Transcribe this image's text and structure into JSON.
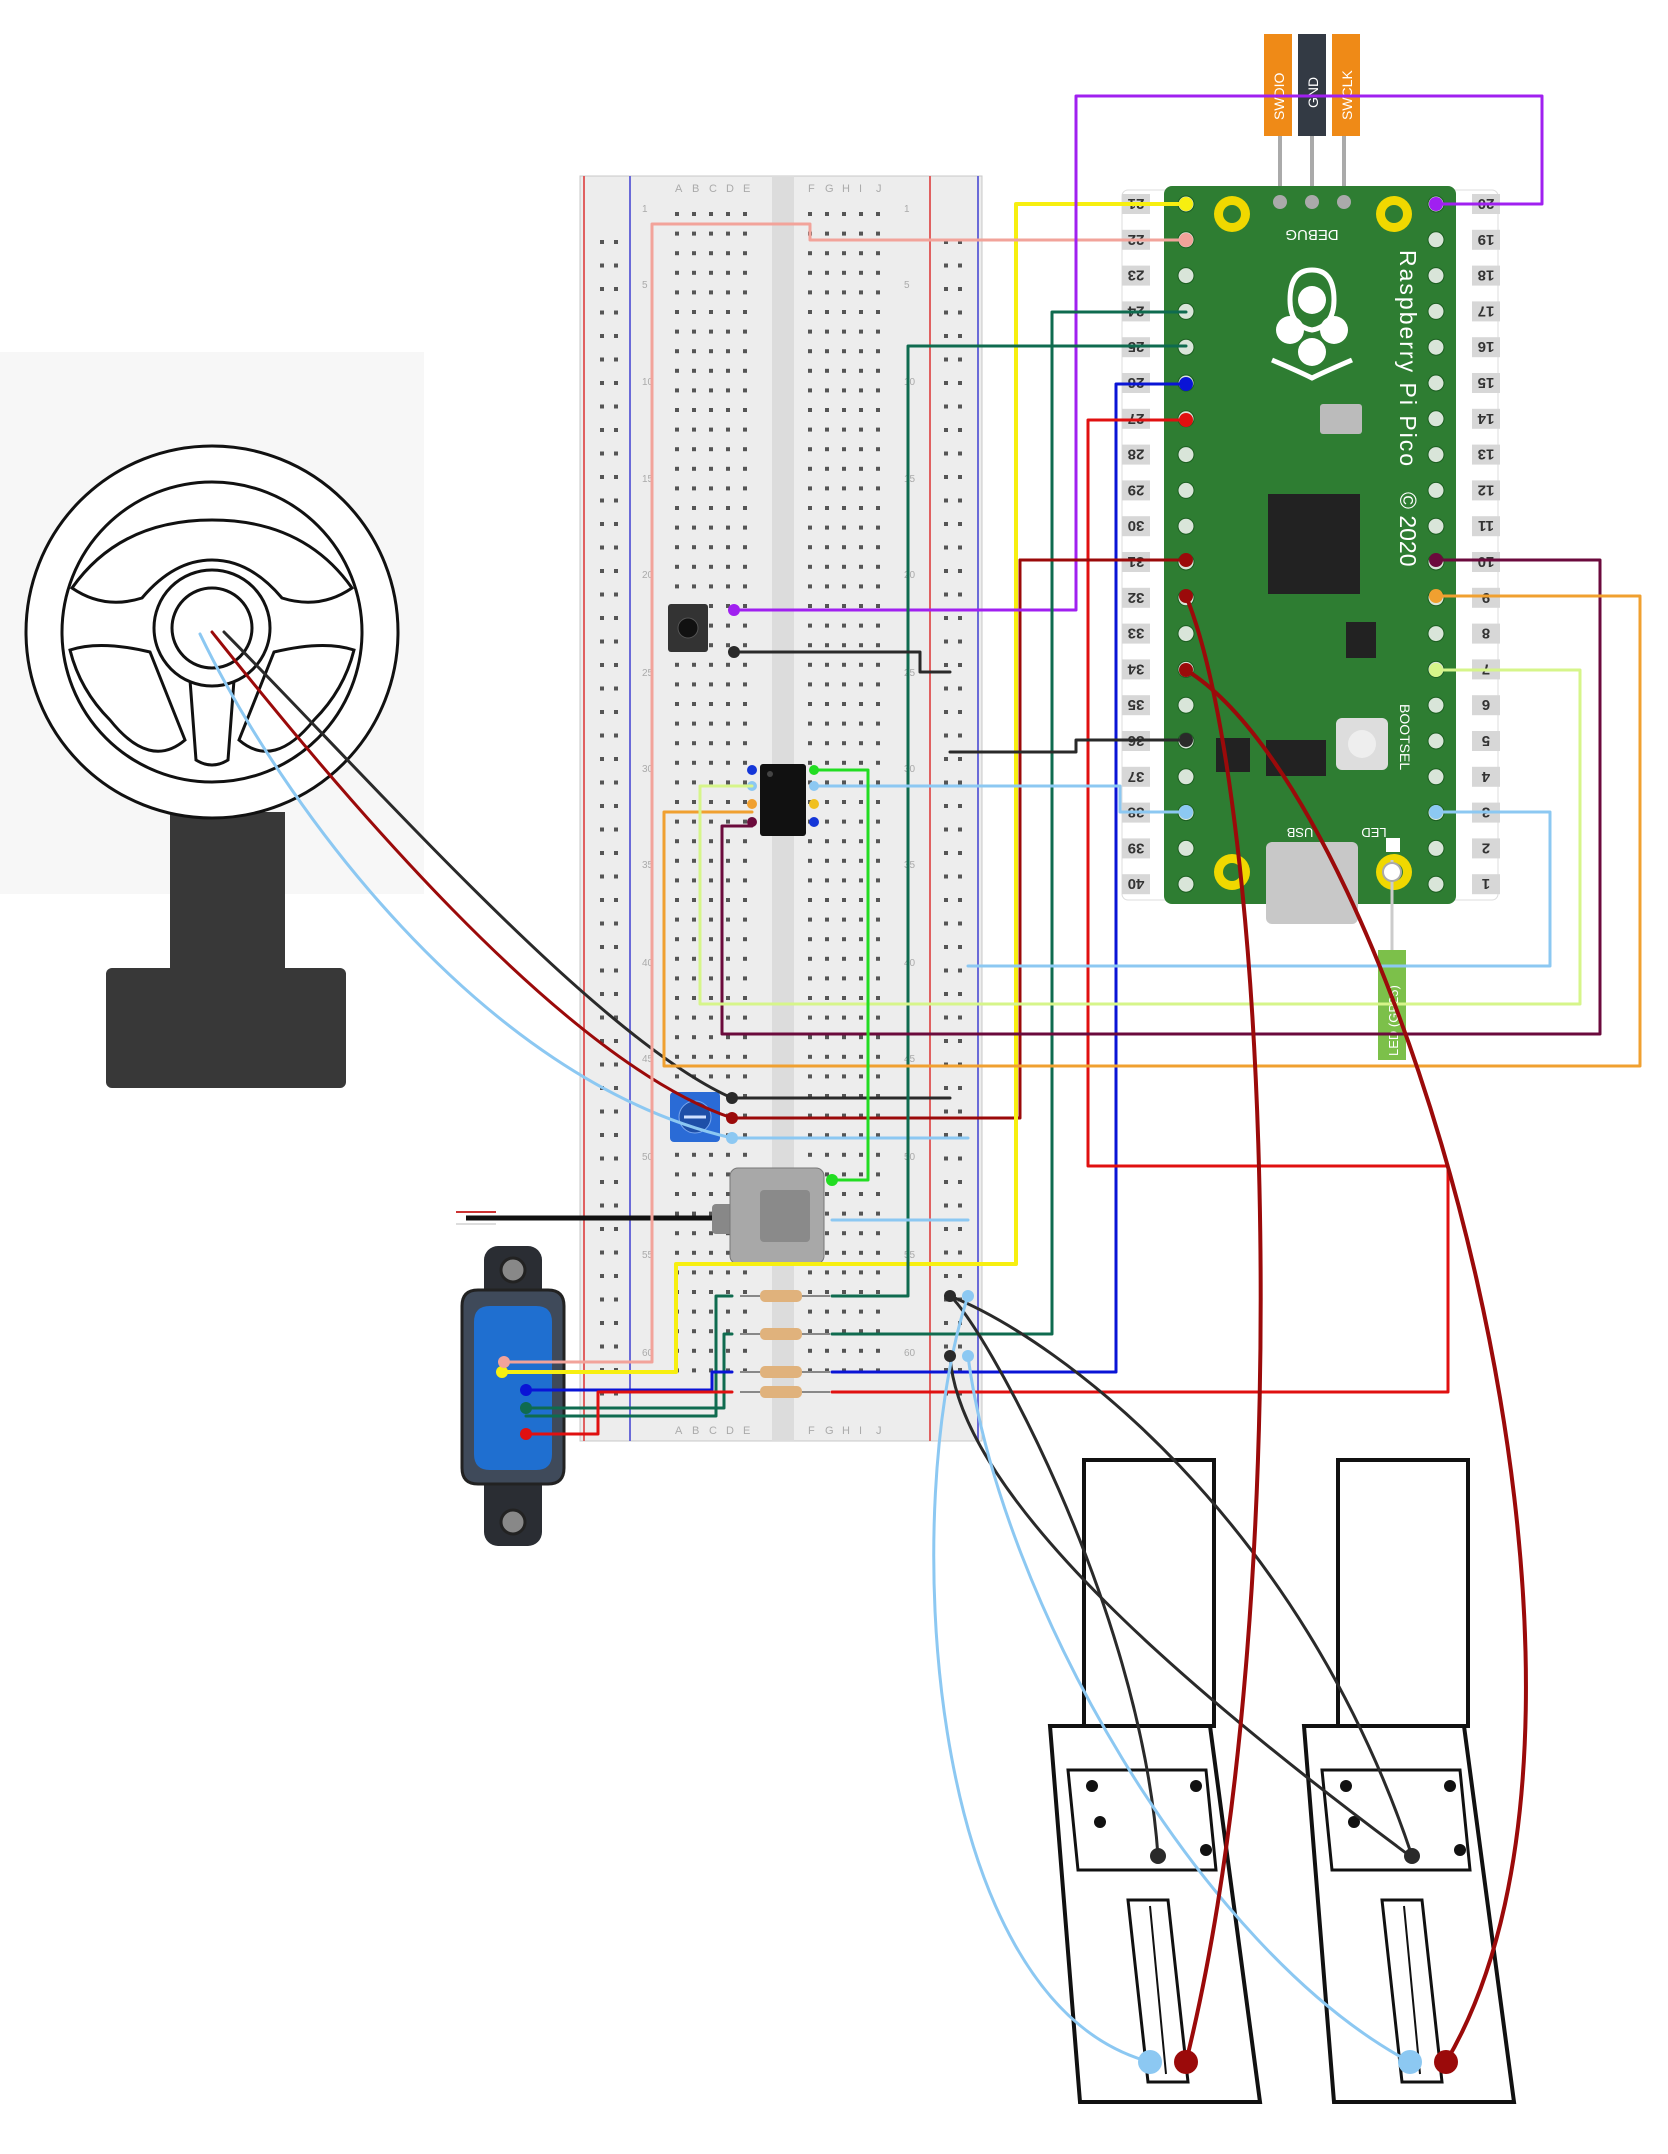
{
  "breadboard": {
    "row_letters_left": [
      "A",
      "B",
      "C",
      "D",
      "E"
    ],
    "row_letters_right": [
      "F",
      "G",
      "H",
      "I",
      "J"
    ],
    "column_numbers": [
      "1",
      "5",
      "10",
      "15",
      "20",
      "25",
      "30",
      "35",
      "40",
      "45",
      "50",
      "55",
      "60"
    ]
  },
  "pico": {
    "name": "Raspberry Pi Pico",
    "year": "© 2020",
    "debug_label": "DEBUG",
    "bootsel_label": "BOOTSEL",
    "usb_label": "USB",
    "led_label": "LED",
    "board_color": "#2e7d32",
    "left_pins": [
      "21",
      "22",
      "23",
      "24",
      "25",
      "26",
      "27",
      "28",
      "29",
      "30",
      "31",
      "32",
      "33",
      "34",
      "35",
      "36",
      "37",
      "38",
      "39",
      "40"
    ],
    "right_pins": [
      "20",
      "19",
      "18",
      "17",
      "16",
      "15",
      "14",
      "13",
      "12",
      "11",
      "10",
      "9",
      "8",
      "7",
      "6",
      "5",
      "4",
      "3",
      "2",
      "1"
    ]
  },
  "debug_header": {
    "pins": [
      {
        "label": "SWDIO",
        "color": "#ef8a17"
      },
      {
        "label": "GND",
        "color": "#333a44"
      },
      {
        "label": "SWCLK",
        "color": "#ef8a17"
      }
    ]
  },
  "led_tag": {
    "label": "LED (GP25)",
    "color": "#7cc04a"
  },
  "wire_colors": {
    "yellow": "#f7ef10",
    "salmon": "#f2a39a",
    "purple": "#a020f0",
    "dark_green": "#0f6b4f",
    "blue": "#0a14d6",
    "dark_red": "#9b0a0a",
    "red": "#e01010",
    "light_blue": "#8cc8f2",
    "black": "#2a2a2a",
    "orange": "#f0a030",
    "lime": "#d6f58a",
    "maroon": "#6b0a3c",
    "green": "#22dd22"
  }
}
